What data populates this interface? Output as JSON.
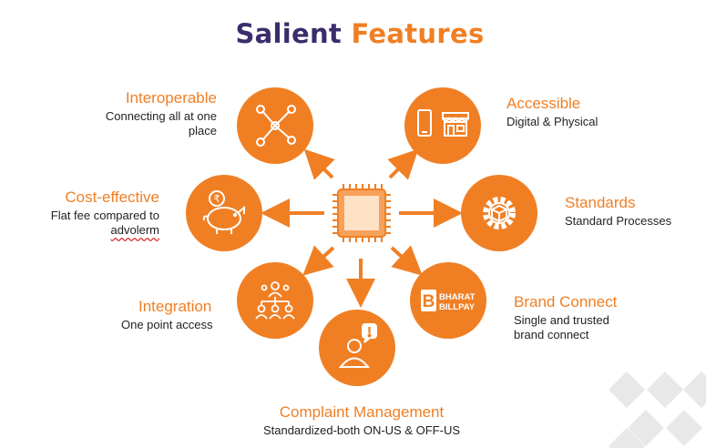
{
  "title": {
    "part1": "Salient",
    "part2": "Features"
  },
  "colors": {
    "accent": "#f07f24",
    "title_dark": "#3b2d6b",
    "text": "#222222"
  },
  "center_icon": "chip-icon",
  "features": [
    {
      "id": "interoperable",
      "title": "Interoperable",
      "desc1": "Connecting all at one",
      "desc2": "place",
      "icon": "network-nodes-icon"
    },
    {
      "id": "accessible",
      "title": "Accessible",
      "desc1": "Digital & Physical",
      "icon": "phone-store-icon"
    },
    {
      "id": "cost-effective",
      "title": "Cost-effective",
      "desc1": "Flat fee compared to",
      "desc2": "advolerm",
      "icon": "piggy-bank-rupee-icon"
    },
    {
      "id": "standards",
      "title": "Standards",
      "desc1": "Standard Processes",
      "icon": "gear-box-icon"
    },
    {
      "id": "integration",
      "title": "Integration",
      "desc1": "One point access",
      "icon": "people-hierarchy-icon"
    },
    {
      "id": "brand-connect",
      "title": "Brand Connect",
      "desc1": "Single and trusted",
      "desc2": "brand connect",
      "icon": "bharat-billpay-logo",
      "logo_letter": "B",
      "logo_line1": "BHARAT",
      "logo_line2": "BILLPAY"
    },
    {
      "id": "complaint-management",
      "title": "Complaint Management",
      "desc1": "Standardized-both ON-US & OFF-US",
      "icon": "user-alert-icon"
    }
  ]
}
